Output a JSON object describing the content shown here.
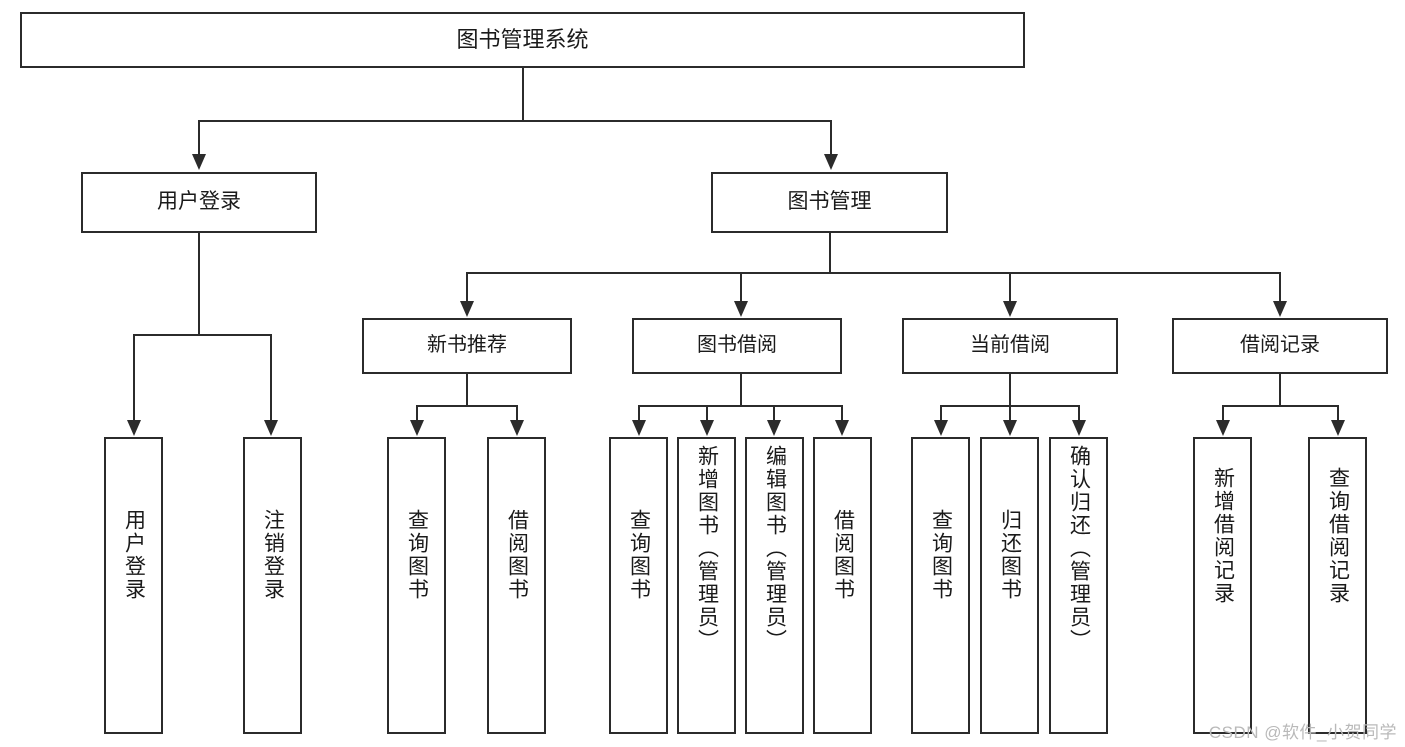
{
  "diagram": {
    "type": "tree",
    "title": "图书管理系统",
    "watermark": "CSDN @软件_小贺同学",
    "root": {
      "label": "图书管理系统"
    },
    "level2": [
      {
        "id": "user-login",
        "label": "用户登录"
      },
      {
        "id": "book-management",
        "label": "图书管理"
      }
    ],
    "level3": [
      {
        "id": "new-book-recommend",
        "label": "新书推荐"
      },
      {
        "id": "book-borrow",
        "label": "图书借阅"
      },
      {
        "id": "current-borrow",
        "label": "当前借阅"
      },
      {
        "id": "borrow-record",
        "label": "借阅记录"
      }
    ],
    "leaves": [
      {
        "id": "leaf-user-login",
        "parent": "user-login",
        "label": "用户登录"
      },
      {
        "id": "leaf-user-logout",
        "parent": "user-login",
        "label": "注销登录"
      },
      {
        "id": "leaf-query-book-1",
        "parent": "new-book-recommend",
        "label": "查询图书"
      },
      {
        "id": "leaf-borrow-book-1",
        "parent": "new-book-recommend",
        "label": "借阅图书"
      },
      {
        "id": "leaf-query-book-2",
        "parent": "book-borrow",
        "label": "查询图书"
      },
      {
        "id": "leaf-add-book-admin",
        "parent": "book-borrow",
        "label": "新增图书（管理员）"
      },
      {
        "id": "leaf-edit-book-admin",
        "parent": "book-borrow",
        "label": "编辑图书（管理员）"
      },
      {
        "id": "leaf-borrow-book-2",
        "parent": "book-borrow",
        "label": "借阅图书"
      },
      {
        "id": "leaf-query-book-3",
        "parent": "current-borrow",
        "label": "查询图书"
      },
      {
        "id": "leaf-return-book",
        "parent": "current-borrow",
        "label": "归还图书"
      },
      {
        "id": "leaf-confirm-return-admin",
        "parent": "current-borrow",
        "label": "确认归还（管理员）"
      },
      {
        "id": "leaf-add-borrow-record",
        "parent": "borrow-record",
        "label": "新增借阅记录"
      },
      {
        "id": "leaf-query-borrow-record",
        "parent": "borrow-record",
        "label": "查询借阅记录"
      }
    ],
    "colors": {
      "stroke": "#2b2b2b",
      "fill": "#ffffff",
      "text": "#1a1a1a",
      "watermark": "#b9b9b9"
    }
  }
}
